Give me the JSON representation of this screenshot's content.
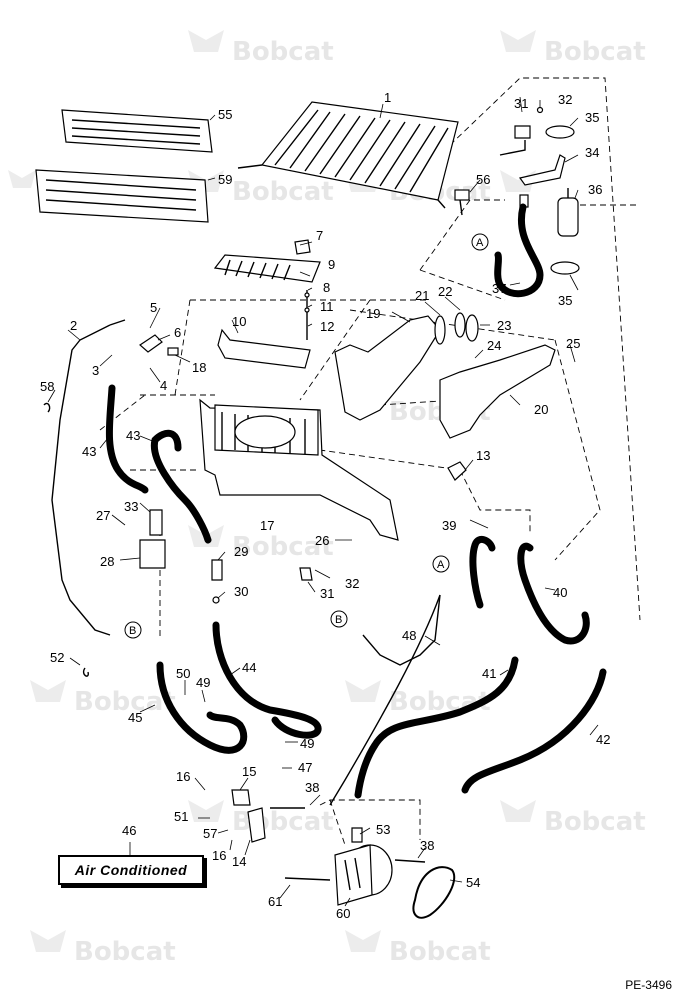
{
  "watermark": "Bobcat",
  "badge": "Air Conditioned",
  "doc_id": "PE-3496",
  "callouts": [
    "A",
    "B"
  ],
  "labels": [
    {
      "id": "p1",
      "text": "1"
    },
    {
      "id": "p2",
      "text": "2"
    },
    {
      "id": "p3",
      "text": "3"
    },
    {
      "id": "p4",
      "text": "4"
    },
    {
      "id": "p5",
      "text": "5"
    },
    {
      "id": "p6",
      "text": "6"
    },
    {
      "id": "p7",
      "text": "7"
    },
    {
      "id": "p8",
      "text": "8"
    },
    {
      "id": "p9",
      "text": "9"
    },
    {
      "id": "p10",
      "text": "10"
    },
    {
      "id": "p11",
      "text": "11"
    },
    {
      "id": "p12",
      "text": "12"
    },
    {
      "id": "p13",
      "text": "13"
    },
    {
      "id": "p14",
      "text": "14"
    },
    {
      "id": "p15",
      "text": "15"
    },
    {
      "id": "p16a",
      "text": "16"
    },
    {
      "id": "p16b",
      "text": "16"
    },
    {
      "id": "p17",
      "text": "17"
    },
    {
      "id": "p18",
      "text": "18"
    },
    {
      "id": "p19",
      "text": "19"
    },
    {
      "id": "p20",
      "text": "20"
    },
    {
      "id": "p21",
      "text": "21"
    },
    {
      "id": "p22",
      "text": "22"
    },
    {
      "id": "p23",
      "text": "23"
    },
    {
      "id": "p24",
      "text": "24"
    },
    {
      "id": "p25",
      "text": "25"
    },
    {
      "id": "p26",
      "text": "26"
    },
    {
      "id": "p27",
      "text": "27"
    },
    {
      "id": "p28",
      "text": "28"
    },
    {
      "id": "p29",
      "text": "29"
    },
    {
      "id": "p30",
      "text": "30"
    },
    {
      "id": "p31a",
      "text": "31"
    },
    {
      "id": "p31b",
      "text": "31"
    },
    {
      "id": "p32a",
      "text": "32"
    },
    {
      "id": "p32b",
      "text": "32"
    },
    {
      "id": "p33",
      "text": "33"
    },
    {
      "id": "p34",
      "text": "34"
    },
    {
      "id": "p35a",
      "text": "35"
    },
    {
      "id": "p35b",
      "text": "35"
    },
    {
      "id": "p36",
      "text": "36"
    },
    {
      "id": "p37",
      "text": "37"
    },
    {
      "id": "p38a",
      "text": "38"
    },
    {
      "id": "p38b",
      "text": "38"
    },
    {
      "id": "p39",
      "text": "39"
    },
    {
      "id": "p40",
      "text": "40"
    },
    {
      "id": "p41",
      "text": "41"
    },
    {
      "id": "p42",
      "text": "42"
    },
    {
      "id": "p43a",
      "text": "43"
    },
    {
      "id": "p43b",
      "text": "43"
    },
    {
      "id": "p44",
      "text": "44"
    },
    {
      "id": "p45",
      "text": "45"
    },
    {
      "id": "p46",
      "text": "46"
    },
    {
      "id": "p47",
      "text": "47"
    },
    {
      "id": "p48",
      "text": "48"
    },
    {
      "id": "p49a",
      "text": "49"
    },
    {
      "id": "p49b",
      "text": "49"
    },
    {
      "id": "p50",
      "text": "50"
    },
    {
      "id": "p51",
      "text": "51"
    },
    {
      "id": "p52",
      "text": "52"
    },
    {
      "id": "p53",
      "text": "53"
    },
    {
      "id": "p54",
      "text": "54"
    },
    {
      "id": "p55",
      "text": "55"
    },
    {
      "id": "p56",
      "text": "56"
    },
    {
      "id": "p57",
      "text": "57"
    },
    {
      "id": "p58",
      "text": "58"
    },
    {
      "id": "p59",
      "text": "59"
    },
    {
      "id": "p60",
      "text": "60"
    },
    {
      "id": "p61",
      "text": "61"
    }
  ]
}
